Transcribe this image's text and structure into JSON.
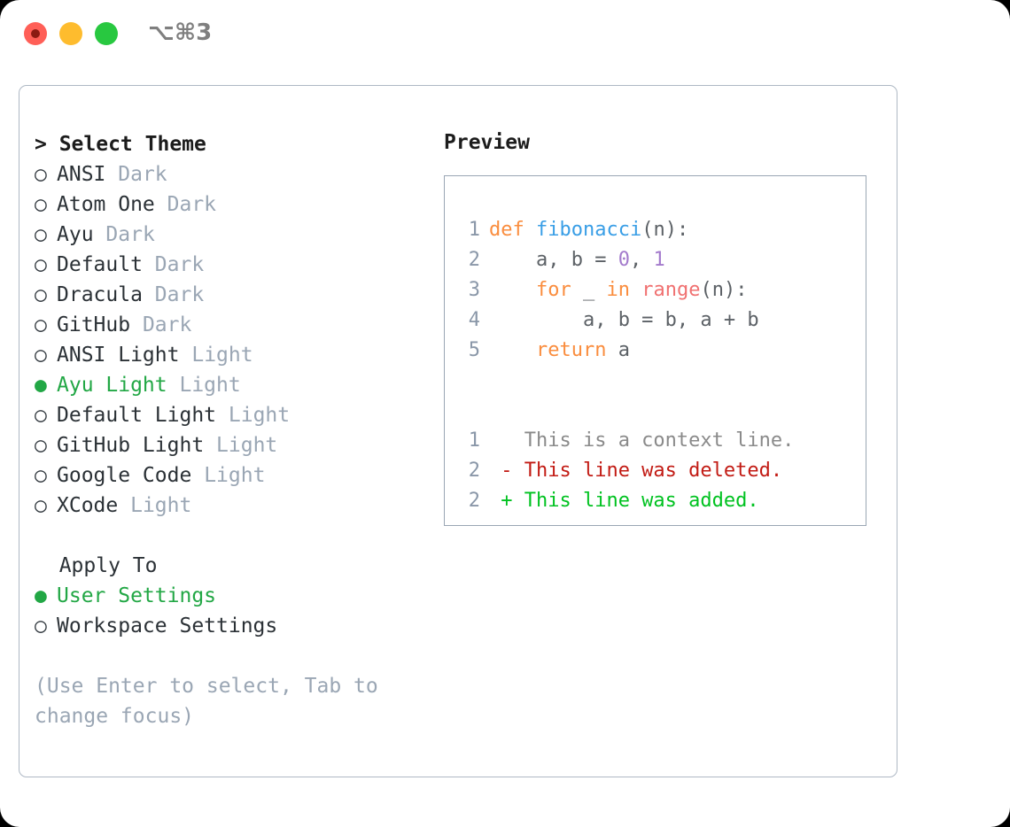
{
  "titlebar": {
    "shortcut": "⌥⌘3",
    "lights": [
      "close",
      "minimize",
      "maximize"
    ]
  },
  "theme_picker": {
    "heading": "> Select Theme",
    "items": [
      {
        "marker": "○",
        "name": "ANSI",
        "variant": "Dark",
        "selected": false
      },
      {
        "marker": "○",
        "name": "Atom One",
        "variant": "Dark",
        "selected": false
      },
      {
        "marker": "○",
        "name": "Ayu",
        "variant": "Dark",
        "selected": false
      },
      {
        "marker": "○",
        "name": "Default",
        "variant": "Dark",
        "selected": false
      },
      {
        "marker": "○",
        "name": "Dracula",
        "variant": "Dark",
        "selected": false
      },
      {
        "marker": "○",
        "name": "GitHub",
        "variant": "Dark",
        "selected": false
      },
      {
        "marker": "○",
        "name": "ANSI Light",
        "variant": "Light",
        "selected": false
      },
      {
        "marker": "●",
        "name": "Ayu Light",
        "variant": "Light",
        "selected": true
      },
      {
        "marker": "○",
        "name": "Default Light",
        "variant": "Light",
        "selected": false
      },
      {
        "marker": "○",
        "name": "GitHub Light",
        "variant": "Light",
        "selected": false
      },
      {
        "marker": "○",
        "name": "Google Code",
        "variant": "Light",
        "selected": false
      },
      {
        "marker": "○",
        "name": "XCode",
        "variant": "Light",
        "selected": false
      }
    ]
  },
  "apply_to": {
    "label": "  Apply To",
    "items": [
      {
        "marker": "●",
        "name": "User Settings",
        "selected": true
      },
      {
        "marker": "○",
        "name": "Workspace Settings",
        "selected": false
      }
    ]
  },
  "hint": "(Use Enter to select, Tab to change focus)",
  "preview": {
    "title": "Preview",
    "code_lines": [
      {
        "num": "1",
        "tokens": [
          {
            "t": "def ",
            "c": "kw"
          },
          {
            "t": "fibonacci",
            "c": "fn"
          },
          {
            "t": "(n):",
            "c": "plain"
          }
        ]
      },
      {
        "num": "2",
        "tokens": [
          {
            "t": "    a, b = ",
            "c": "plain"
          },
          {
            "t": "0",
            "c": "num"
          },
          {
            "t": ", ",
            "c": "plain"
          },
          {
            "t": "1",
            "c": "num"
          }
        ]
      },
      {
        "num": "3",
        "tokens": [
          {
            "t": "    ",
            "c": "plain"
          },
          {
            "t": "for",
            "c": "kw"
          },
          {
            "t": " _ ",
            "c": "plain"
          },
          {
            "t": "in",
            "c": "kw"
          },
          {
            "t": " ",
            "c": "plain"
          },
          {
            "t": "range",
            "c": "call"
          },
          {
            "t": "(n):",
            "c": "plain"
          }
        ]
      },
      {
        "num": "4",
        "tokens": [
          {
            "t": "        a, b = b, a + b",
            "c": "plain"
          }
        ]
      },
      {
        "num": "5",
        "tokens": [
          {
            "t": "    ",
            "c": "plain"
          },
          {
            "t": "return",
            "c": "kw"
          },
          {
            "t": " a",
            "c": "plain"
          }
        ]
      }
    ],
    "diff_lines": [
      {
        "num": "1",
        "tokens": [
          {
            "t": "   This is a context line.",
            "c": "ctx"
          }
        ]
      },
      {
        "num": "2",
        "tokens": [
          {
            "t": " - This line was deleted.",
            "c": "del"
          }
        ]
      },
      {
        "num": "2",
        "tokens": [
          {
            "t": " + This line was added.",
            "c": "add"
          }
        ]
      }
    ]
  },
  "colors": {
    "accent_green": "#22A745",
    "muted": "#9AA6B4",
    "border": "#AEB8C4",
    "keyword": "#FA8D3E",
    "function": "#399EE6",
    "number": "#A37ACC",
    "call": "#F07171",
    "diff_deleted": "#C21B14",
    "diff_added": "#00C220",
    "traffic_red": "#FF5F57",
    "traffic_yellow": "#FEBC2E",
    "traffic_green": "#28C840"
  }
}
